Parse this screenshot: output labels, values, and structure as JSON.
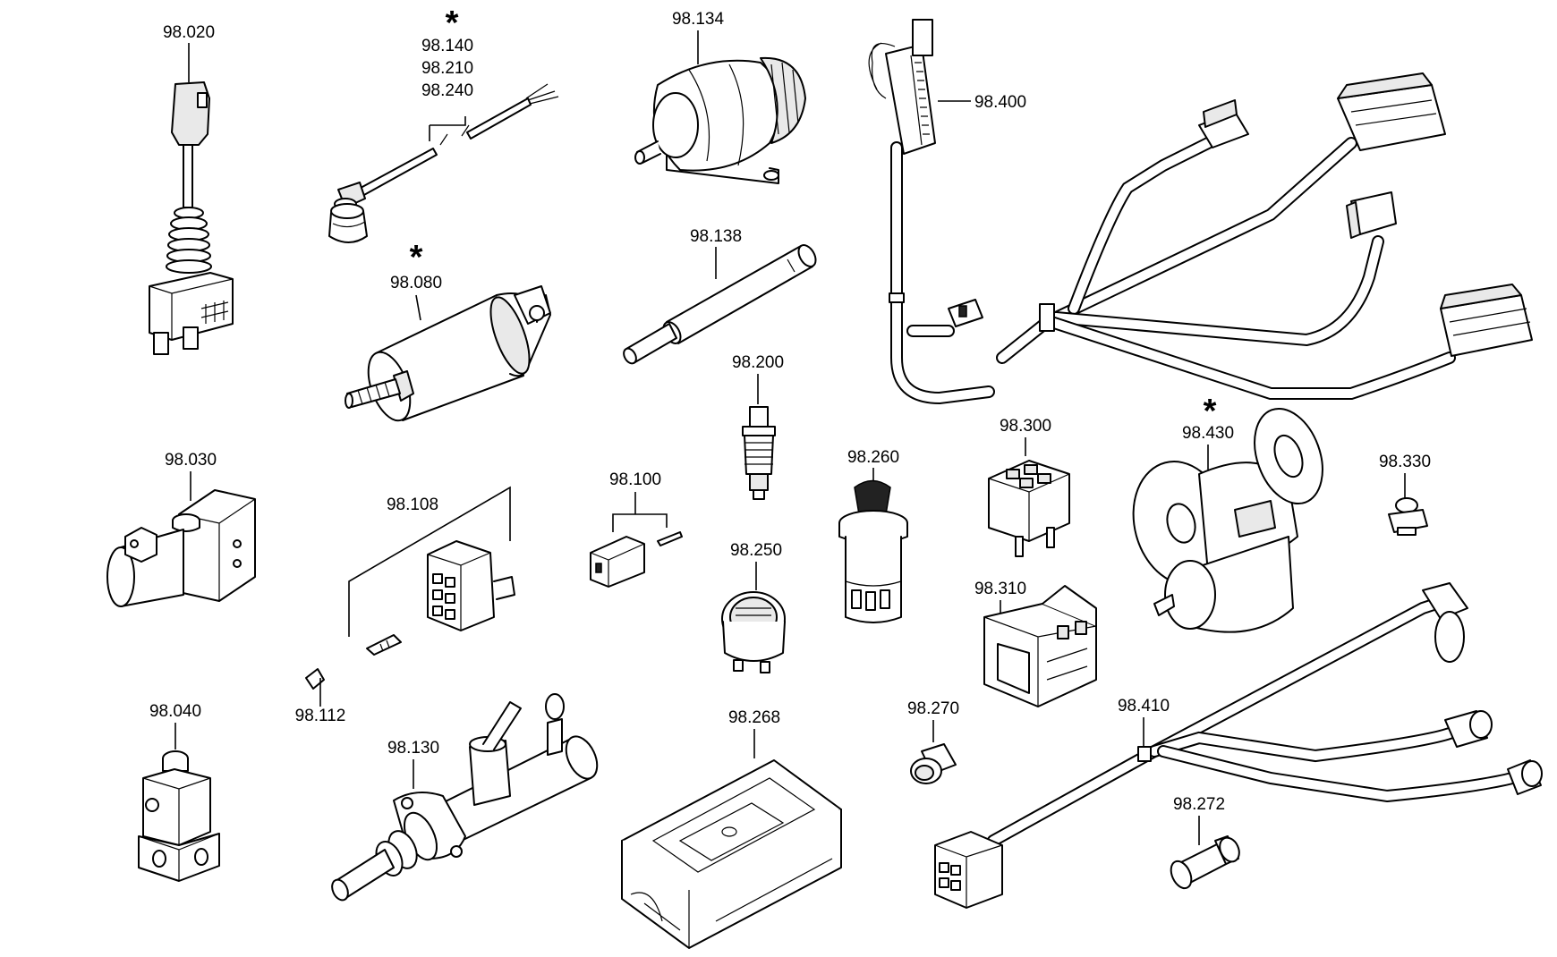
{
  "labels": {
    "p98_020": "98.020",
    "p98_140": "98.140",
    "p98_210": "98.210",
    "p98_240": "98.240",
    "p98_134": "98.134",
    "p98_400": "98.400",
    "p98_080": "98.080",
    "p98_138": "98.138",
    "p98_200": "98.200",
    "p98_030": "98.030",
    "p98_108": "98.108",
    "p98_100": "98.100",
    "p98_260": "98.260",
    "p98_300": "98.300",
    "p98_430": "98.430",
    "p98_330": "98.330",
    "p98_250": "98.250",
    "p98_310": "98.310",
    "p98_112": "98.112",
    "p98_040": "98.040",
    "p98_130": "98.130",
    "p98_268": "98.268",
    "p98_270": "98.270",
    "p98_410": "98.410",
    "p98_272": "98.272"
  },
  "asterisk": "*"
}
